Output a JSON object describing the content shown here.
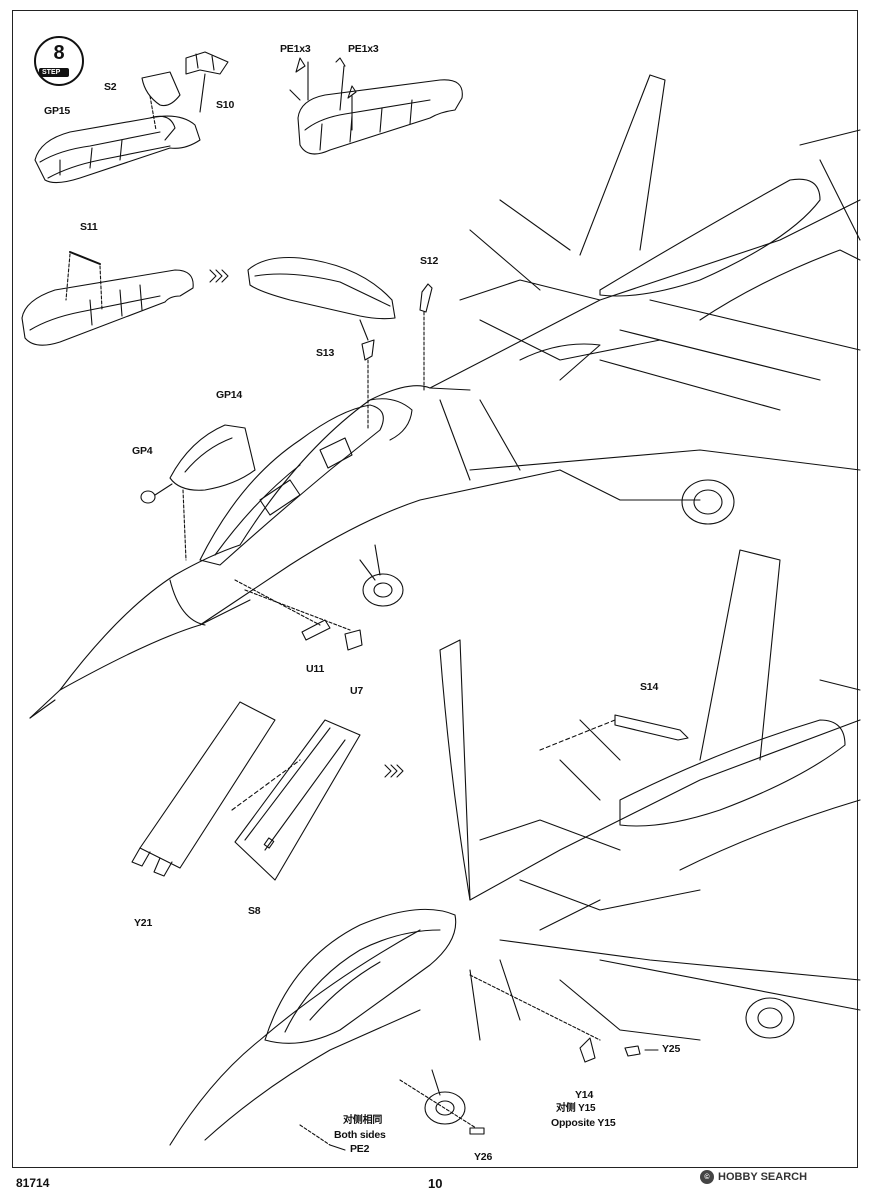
{
  "step": {
    "number": "8",
    "word": "STEP"
  },
  "parts": {
    "gp15": "GP15",
    "s2": "S2",
    "s10": "S10",
    "pe1x3_a": "PE1x3",
    "pe1x3_b": "PE1x3",
    "s11": "S11",
    "s12": "S12",
    "s13": "S13",
    "gp14": "GP14",
    "gp4": "GP4",
    "u11": "U11",
    "u7": "U7",
    "s14": "S14",
    "y21": "Y21",
    "s8": "S8",
    "y25": "Y25",
    "y14": "Y14",
    "y15_cn": "对侧 Y15",
    "y15_en": "Opposite Y15",
    "both_cn": "对侧相同",
    "both_en": "Both sides",
    "pe2": "PE2",
    "y26": "Y26"
  },
  "footer": {
    "code": "81714",
    "page": "10",
    "watermark": "HOBBY SEARCH"
  }
}
